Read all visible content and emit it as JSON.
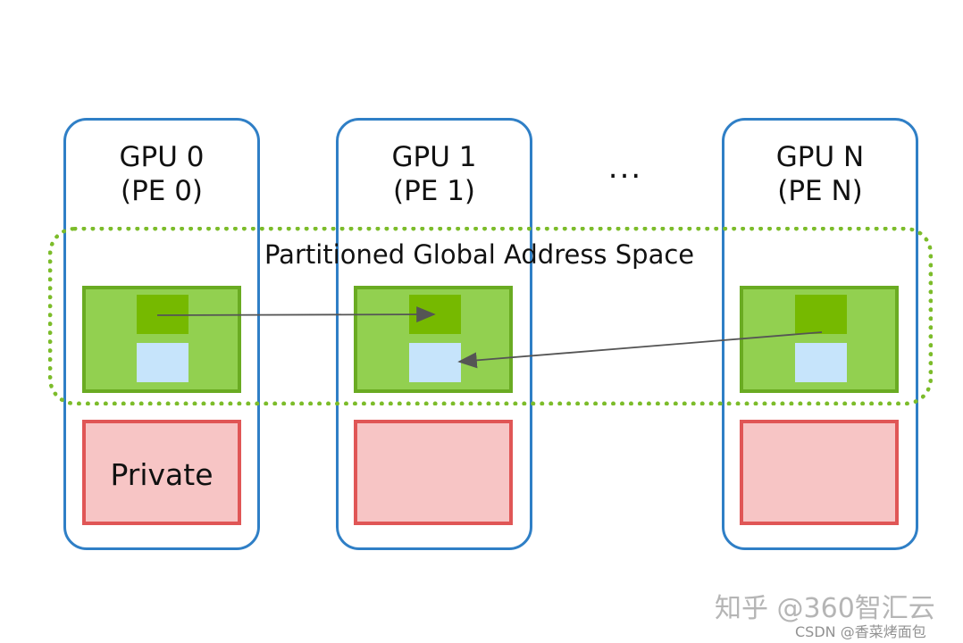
{
  "gpus": [
    {
      "title": "GPU 0",
      "pe": "(PE 0)",
      "private_label": "Private"
    },
    {
      "title": "GPU 1",
      "pe": "(PE 1)",
      "private_label": ""
    },
    {
      "title": "GPU N",
      "pe": "(PE N)",
      "private_label": ""
    }
  ],
  "ellipsis": "...",
  "shared_space_label": "Partitioned Global Address Space",
  "watermark": {
    "main": "知乎 @360智汇云",
    "sub": "CSDN @香菜烤面包"
  },
  "colors": {
    "gpu_border": "#2f7fc6",
    "pgas_border": "#7cbc2a",
    "shared_fill": "#92d050",
    "shared_dark": "#76b900",
    "shared_light": "#c6e4fb",
    "private_fill": "#f7c5c5",
    "private_border": "#e05656",
    "arrow": "#555555"
  }
}
